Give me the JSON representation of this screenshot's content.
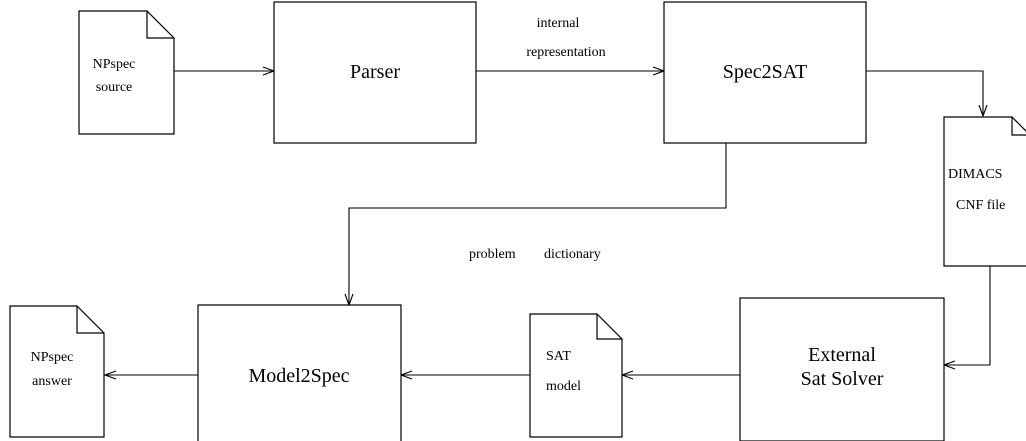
{
  "nodes": {
    "npspec_source": {
      "lines": [
        "NPspec",
        "source"
      ]
    },
    "parser": {
      "label": "Parser"
    },
    "spec2sat": {
      "label": "Spec2SAT"
    },
    "dimacs_file": {
      "lines": [
        "DIMACS",
        "CNF file"
      ]
    },
    "external_solver": {
      "lines": [
        "External",
        "Sat Solver"
      ]
    },
    "sat_model": {
      "lines": [
        "SAT",
        "model"
      ]
    },
    "model2spec": {
      "label": "Model2Spec"
    },
    "npspec_answer": {
      "lines": [
        "NPspec",
        "answer"
      ]
    }
  },
  "edges": {
    "internal_representation": {
      "lines": [
        "internal",
        "representation"
      ]
    },
    "problem_dictionary": {
      "words": [
        "problem",
        "dictionary"
      ]
    }
  }
}
